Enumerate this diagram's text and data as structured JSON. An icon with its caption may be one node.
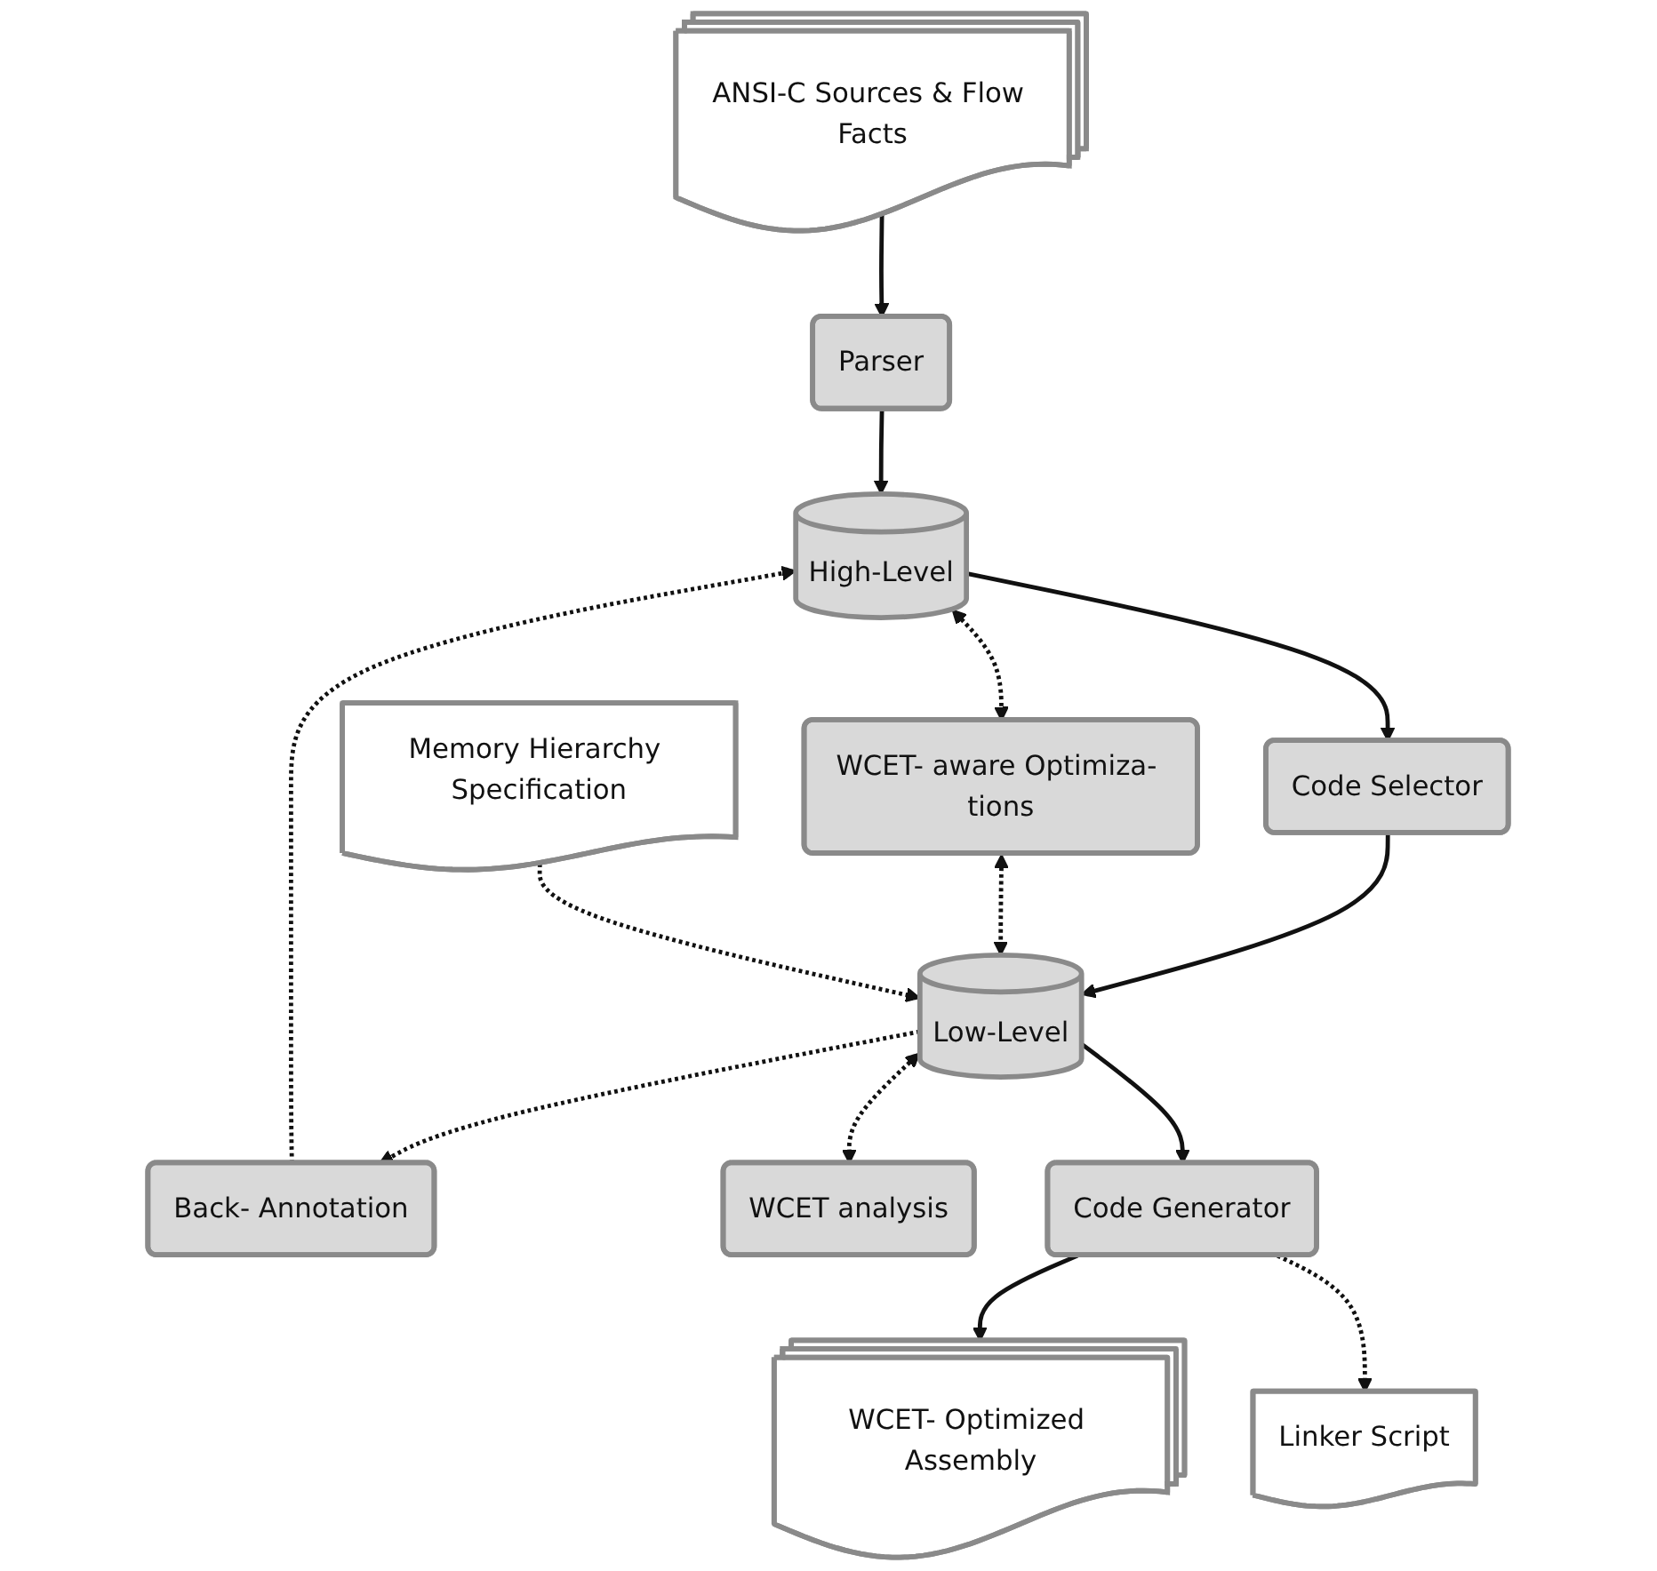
{
  "diagram": {
    "nodes": [
      {
        "text": [
          "ANSI-C Sources & Flow Facts"
        ]
      },
      {
        "text": [
          "Parser"
        ]
      },
      {
        "text": [
          "High-Level"
        ]
      },
      {
        "text": [
          "Code Selector"
        ]
      },
      {
        "text": [
          "Back- Annotation"
        ]
      },
      {
        "text": [
          "Low-Level"
        ]
      },
      {
        "text": [
          "WCET analysis"
        ]
      },
      {
        "text": [
          "WCET- aware Optimiza- tions"
        ]
      },
      {
        "text": [
          "Code Generator"
        ]
      },
      {
        "text": [
          "Memory Hierarchy Specification"
        ]
      },
      {
        "text": [
          "WCET- Optimized Assembly"
        ]
      },
      {
        "text": [
          "Linker Script"
        ]
      }
    ],
    "edges": [
      {
        "from": 0,
        "to": 1,
        "arrow": "to"
      },
      {
        "from": 1,
        "to": 2,
        "arrow": "to"
      },
      {
        "from": 2,
        "to": 3,
        "arrow": "to"
      },
      {
        "from": 3,
        "to": 5,
        "arrow": "to"
      },
      {
        "from": 4,
        "to": 2,
        "arrow": "to",
        "style": "dashed"
      },
      {
        "from": 5,
        "to": 4,
        "arrow": "to",
        "style": "dashed"
      },
      {
        "from": 5,
        "to": 6,
        "arrow": "both",
        "style": "dashed"
      },
      {
        "from": 7,
        "to": 5,
        "arrow": "both",
        "style": "dashed"
      },
      {
        "from": 2,
        "to": 7,
        "arrow": "both",
        "style": "dashed"
      },
      {
        "from": 5,
        "to": 8,
        "arrow": "to"
      },
      {
        "from": 9,
        "to": 5,
        "arrow": "to",
        "style": "dashed"
      },
      {
        "from": 8,
        "to": 10,
        "arrow": "to"
      },
      {
        "from": 8,
        "to": 11,
        "arrow": "to",
        "style": "dashed"
      }
    ]
  }
}
